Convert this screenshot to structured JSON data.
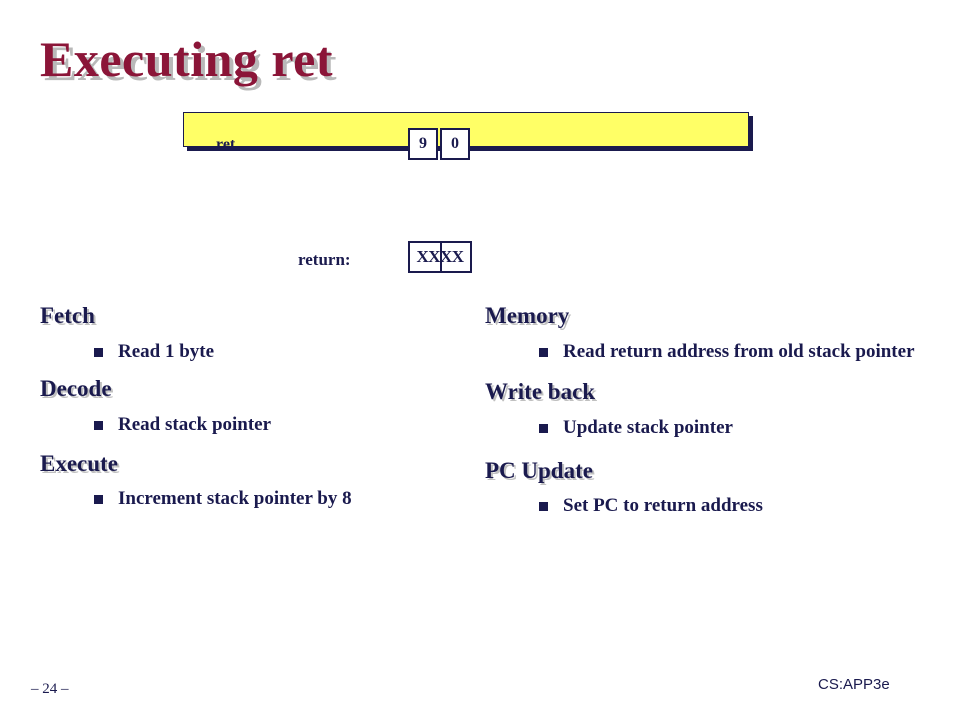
{
  "slide": {
    "title": "Executing ret",
    "page_number": "– 24 –",
    "course": "CS:APP3e"
  },
  "instruction": {
    "mnemonic": "ret",
    "bytes": [
      "9",
      "0"
    ]
  },
  "return_word": {
    "label": "return:",
    "value": "XXXX"
  },
  "left_column": [
    {
      "stage": "Fetch",
      "items": [
        "Read 1 byte"
      ]
    },
    {
      "stage": "Decode",
      "items": [
        "Read stack pointer"
      ]
    },
    {
      "stage": "Execute",
      "items": [
        "Increment stack pointer by 8"
      ]
    }
  ],
  "right_column": [
    {
      "stage": "Memory",
      "items": [
        "Read return address from old stack pointer"
      ]
    },
    {
      "stage": "Write back",
      "items": [
        "Update stack pointer"
      ]
    },
    {
      "stage": "PC Update",
      "items": [
        "Set PC to return address"
      ]
    }
  ]
}
